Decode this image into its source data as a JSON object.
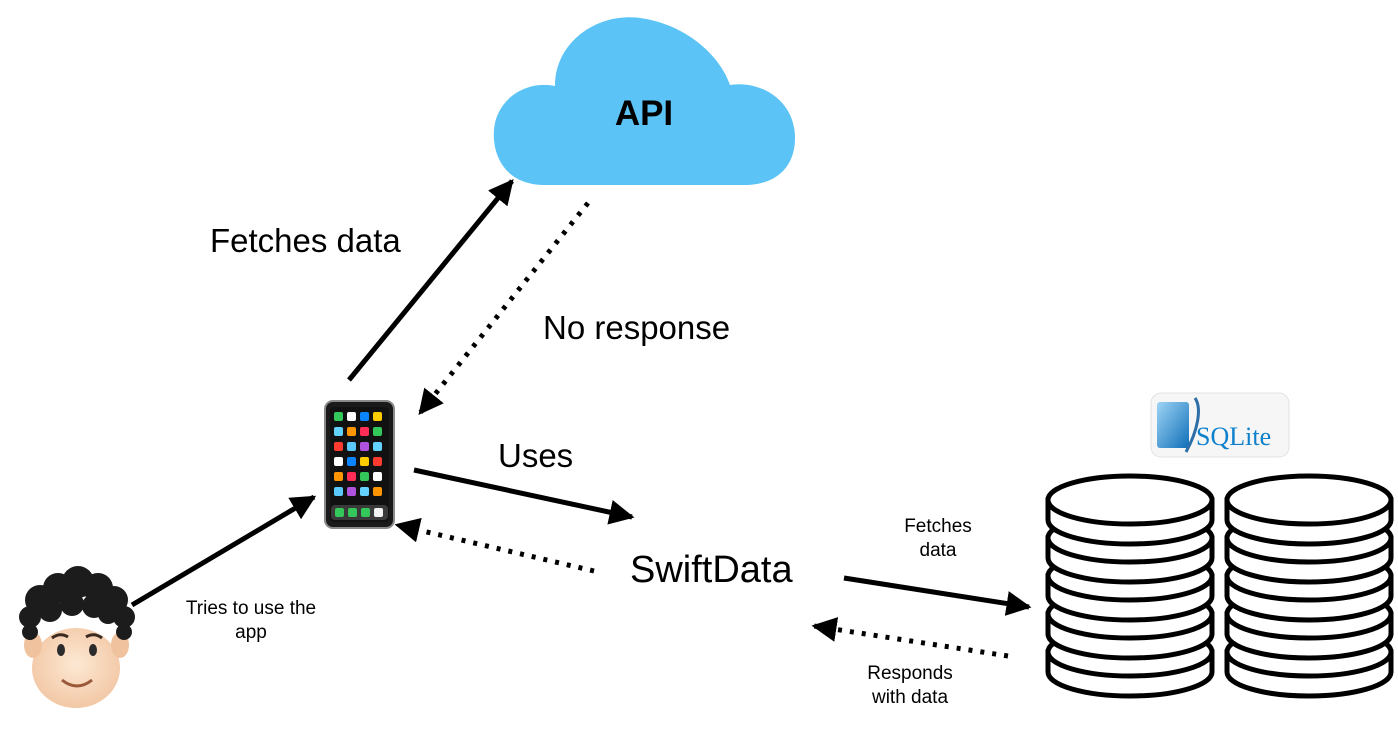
{
  "cloud": {
    "label": "API",
    "color": "#5bc3f5"
  },
  "edges": {
    "fetches_api": "Fetches data",
    "no_response": "No response",
    "uses": "Uses",
    "tries_line1": "Tries to use the",
    "tries_line2": "app",
    "fetches_db_line1": "Fetches",
    "fetches_db_line2": "data",
    "responds_line1": "Responds",
    "responds_line2": "with data"
  },
  "swiftdata": {
    "label": "SwiftData"
  },
  "sqlite": {
    "logo_text": "SQLite",
    "logo_color": "#0f80cc"
  },
  "icons": {
    "user": "person-emoji-icon",
    "phone": "iphone-icon",
    "database": "database-stack-icon"
  }
}
